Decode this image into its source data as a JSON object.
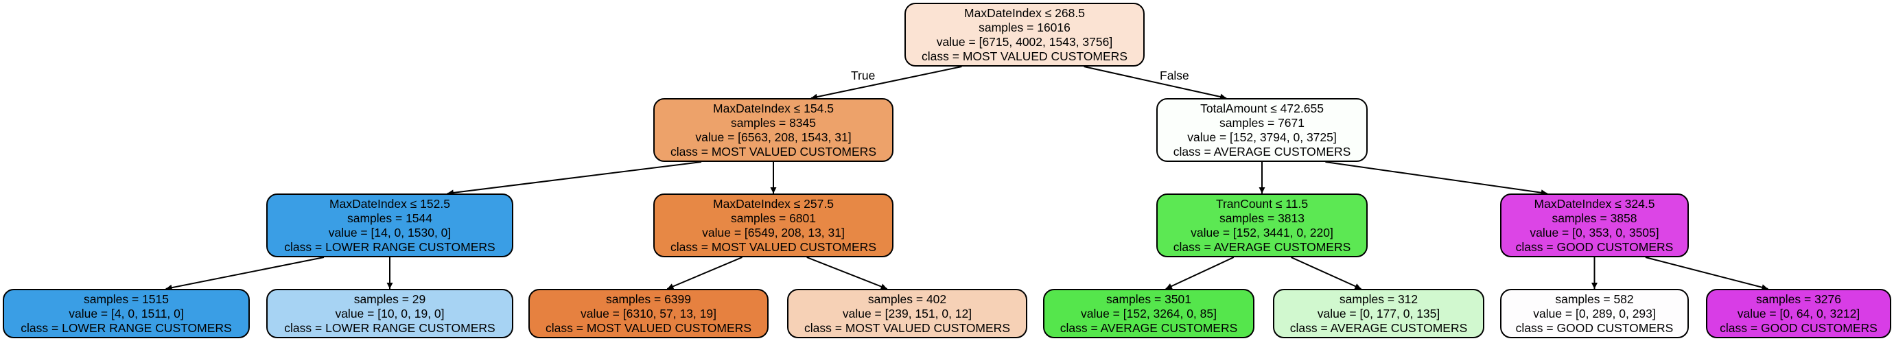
{
  "colors": {
    "edge": "#000000",
    "node_border": "#000000"
  },
  "edge_labels": {
    "true_label": "True",
    "false_label": "False"
  },
  "nodes": [
    {
      "id": "n0",
      "lines": [
        "MaxDateIndex ≤ 268.5",
        "samples = 16016",
        "value = [6715, 4002, 1543, 3756]",
        "class = MOST VALUED CUSTOMERS"
      ],
      "fill": "#fbe3d3"
    },
    {
      "id": "n1",
      "lines": [
        "MaxDateIndex ≤ 154.5",
        "samples = 8345",
        "value = [6563, 208, 1543, 31]",
        "class = MOST VALUED CUSTOMERS"
      ],
      "fill": "#eda26a"
    },
    {
      "id": "n2",
      "lines": [
        "TotalAmount ≤ 472.655",
        "samples = 7671",
        "value = [152, 3794, 0, 3725]",
        "class = AVERAGE CUSTOMERS"
      ],
      "fill": "#fcfffc"
    },
    {
      "id": "n3",
      "lines": [
        "MaxDateIndex ≤ 152.5",
        "samples = 1544",
        "value = [14, 0, 1530, 0]",
        "class = LOWER RANGE CUSTOMERS"
      ],
      "fill": "#3a9ee5"
    },
    {
      "id": "n4",
      "lines": [
        "MaxDateIndex ≤ 257.5",
        "samples = 6801",
        "value = [6549, 208, 13, 31]",
        "class = MOST VALUED CUSTOMERS"
      ],
      "fill": "#e78845"
    },
    {
      "id": "n5",
      "lines": [
        "TranCount ≤ 11.5",
        "samples = 3813",
        "value = [152, 3441, 0, 220]",
        "class = AVERAGE CUSTOMERS"
      ],
      "fill": "#5ce853"
    },
    {
      "id": "n6",
      "lines": [
        "MaxDateIndex ≤ 324.5",
        "samples = 3858",
        "value = [0, 353, 0, 3505]",
        "class = GOOD CUSTOMERS"
      ],
      "fill": "#dc45e6"
    },
    {
      "id": "n7",
      "lines": [
        "samples = 1515",
        "value = [4, 0, 1511, 0]",
        "class = LOWER RANGE CUSTOMERS"
      ],
      "fill": "#3a9ee5"
    },
    {
      "id": "n8",
      "lines": [
        "samples = 29",
        "value = [10, 0, 19, 0]",
        "class = LOWER RANGE CUSTOMERS"
      ],
      "fill": "#a7d3f3"
    },
    {
      "id": "n9",
      "lines": [
        "samples = 6399",
        "value = [6310, 57, 13, 19]",
        "class = MOST VALUED CUSTOMERS"
      ],
      "fill": "#e68140"
    },
    {
      "id": "n10",
      "lines": [
        "samples = 402",
        "value = [239, 151, 0, 12]",
        "class = MOST VALUED CUSTOMERS"
      ],
      "fill": "#f6d1b6"
    },
    {
      "id": "n11",
      "lines": [
        "samples = 3501",
        "value = [152, 3264, 0, 85]",
        "class = AVERAGE CUSTOMERS"
      ],
      "fill": "#55e64c"
    },
    {
      "id": "n12",
      "lines": [
        "samples = 312",
        "value = [0, 177, 0, 135]",
        "class = AVERAGE CUSTOMERS"
      ],
      "fill": "#d1f8cf"
    },
    {
      "id": "n13",
      "lines": [
        "samples = 582",
        "value = [0, 289, 0, 293]",
        "class = GOOD CUSTOMERS"
      ],
      "fill": "#fefdfe"
    },
    {
      "id": "n14",
      "lines": [
        "samples = 3276",
        "value = [0, 64, 0, 3212]",
        "class = GOOD CUSTOMERS"
      ],
      "fill": "#d83de6"
    }
  ],
  "edges": [
    [
      "n0",
      "n1"
    ],
    [
      "n0",
      "n2"
    ],
    [
      "n1",
      "n3"
    ],
    [
      "n1",
      "n4"
    ],
    [
      "n2",
      "n5"
    ],
    [
      "n2",
      "n6"
    ],
    [
      "n3",
      "n7"
    ],
    [
      "n3",
      "n8"
    ],
    [
      "n4",
      "n9"
    ],
    [
      "n4",
      "n10"
    ],
    [
      "n5",
      "n11"
    ],
    [
      "n5",
      "n12"
    ],
    [
      "n6",
      "n13"
    ],
    [
      "n6",
      "n14"
    ]
  ]
}
